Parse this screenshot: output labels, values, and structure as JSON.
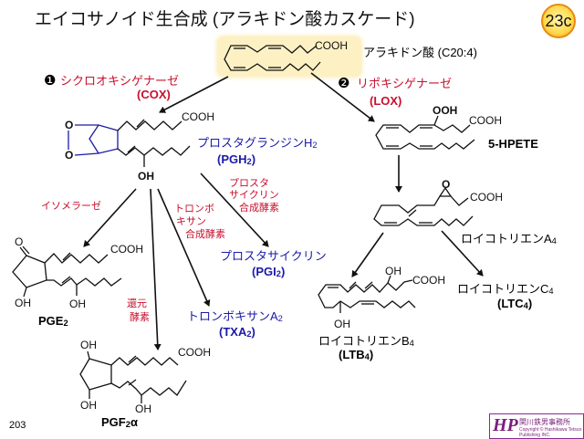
{
  "title": "エイコサノイド生合成 (アラキドン酸カスケード)",
  "badge": "23c",
  "page_number": "203",
  "colors": {
    "enzyme": "#c8102e",
    "product": "#1a1aa8",
    "highlight": "#fdf1c4",
    "badge": "#ffd84a"
  },
  "arachidonic": {
    "cooh": "COOH",
    "label": "アラキドン酸 (C20:4)"
  },
  "cox": {
    "marker": "❶",
    "name": "シクロオキシゲナーゼ",
    "abbr": "(COX)"
  },
  "lox": {
    "marker": "❷",
    "name": "リポキシゲナーゼ",
    "abbr": "(LOX)"
  },
  "pgh2": {
    "o1": "O",
    "o2": "O",
    "cooh": "COOH",
    "oh": "OH",
    "name_main": "プロスタグランジンH",
    "name_sub": "2",
    "abbr_main": "(PGH",
    "abbr_sub": "2",
    "abbr_end": ")"
  },
  "isomerase": "イソメラーゼ",
  "txa_synthase": [
    "トロンボ",
    "キサン",
    "合成酵素"
  ],
  "pgi_synthase": [
    "プロスタ",
    "サイクリン",
    "合成酵素"
  ],
  "reductase": [
    "還元",
    "酵素"
  ],
  "pge2": {
    "o": "O",
    "cooh": "COOH",
    "oh1": "OH",
    "oh2": "OH",
    "label_main": "PGE",
    "label_sub": "2"
  },
  "pgi2": {
    "name": "プロスタサイクリン",
    "abbr_main": "(PGI",
    "abbr_sub": "2",
    "abbr_end": ")"
  },
  "txa2": {
    "name_main": "トロンボキサンA",
    "name_sub": "2",
    "abbr_main": "(TXA",
    "abbr_sub": "2",
    "abbr_end": ")"
  },
  "pgf2a": {
    "oh1": "OH",
    "oh2": "OH",
    "oh3": "OH",
    "cooh": "COOH",
    "label_main": "PGF",
    "label_sub": "2",
    "label_end": "α"
  },
  "hpete": {
    "ooh": "OOH",
    "cooh": "COOH",
    "label": "5-HPETE"
  },
  "lta4": {
    "o": "O",
    "cooh": "COOH",
    "name_main": "ロイコトリエンA",
    "name_sub": "4"
  },
  "ltb4": {
    "oh1": "OH",
    "oh2": "OH",
    "cooh": "COOH",
    "name_main": "ロイコトリエンB",
    "name_sub": "4",
    "abbr_main": "(LTB",
    "abbr_sub": "4",
    "abbr_end": ")"
  },
  "ltc4": {
    "name_main": "ロイコトリエンC",
    "name_sub": "4",
    "abbr_main": "(LTC",
    "abbr_sub": "4",
    "abbr_end": ")"
  },
  "logo": {
    "mark": "HP",
    "name": "関川鉄男事務所",
    "copyright": "Copyright © Hashikawa Tetsuo Publishing INC."
  }
}
